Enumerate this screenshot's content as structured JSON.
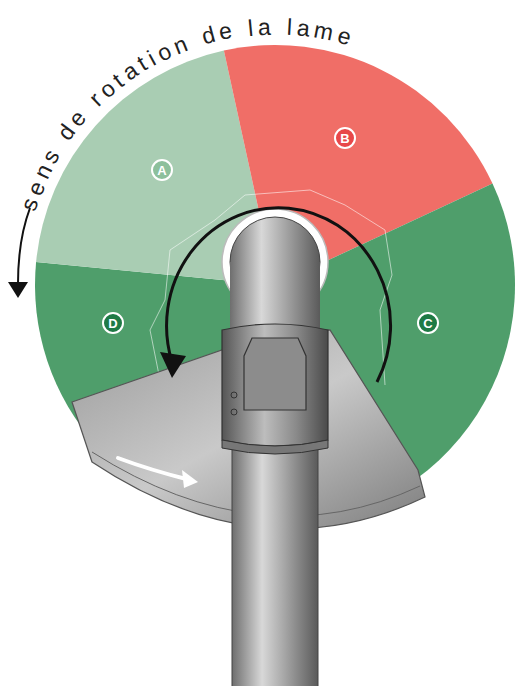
{
  "diagram": {
    "nodes": [
      {
        "text": [
          "A"
        ]
      },
      {
        "text": [
          "B"
        ]
      },
      {
        "text": [
          "D"
        ]
      },
      {
        "text": [
          "C"
        ]
      }
    ],
    "labels": [
      "sens de rotation de la lame"
    ]
  }
}
